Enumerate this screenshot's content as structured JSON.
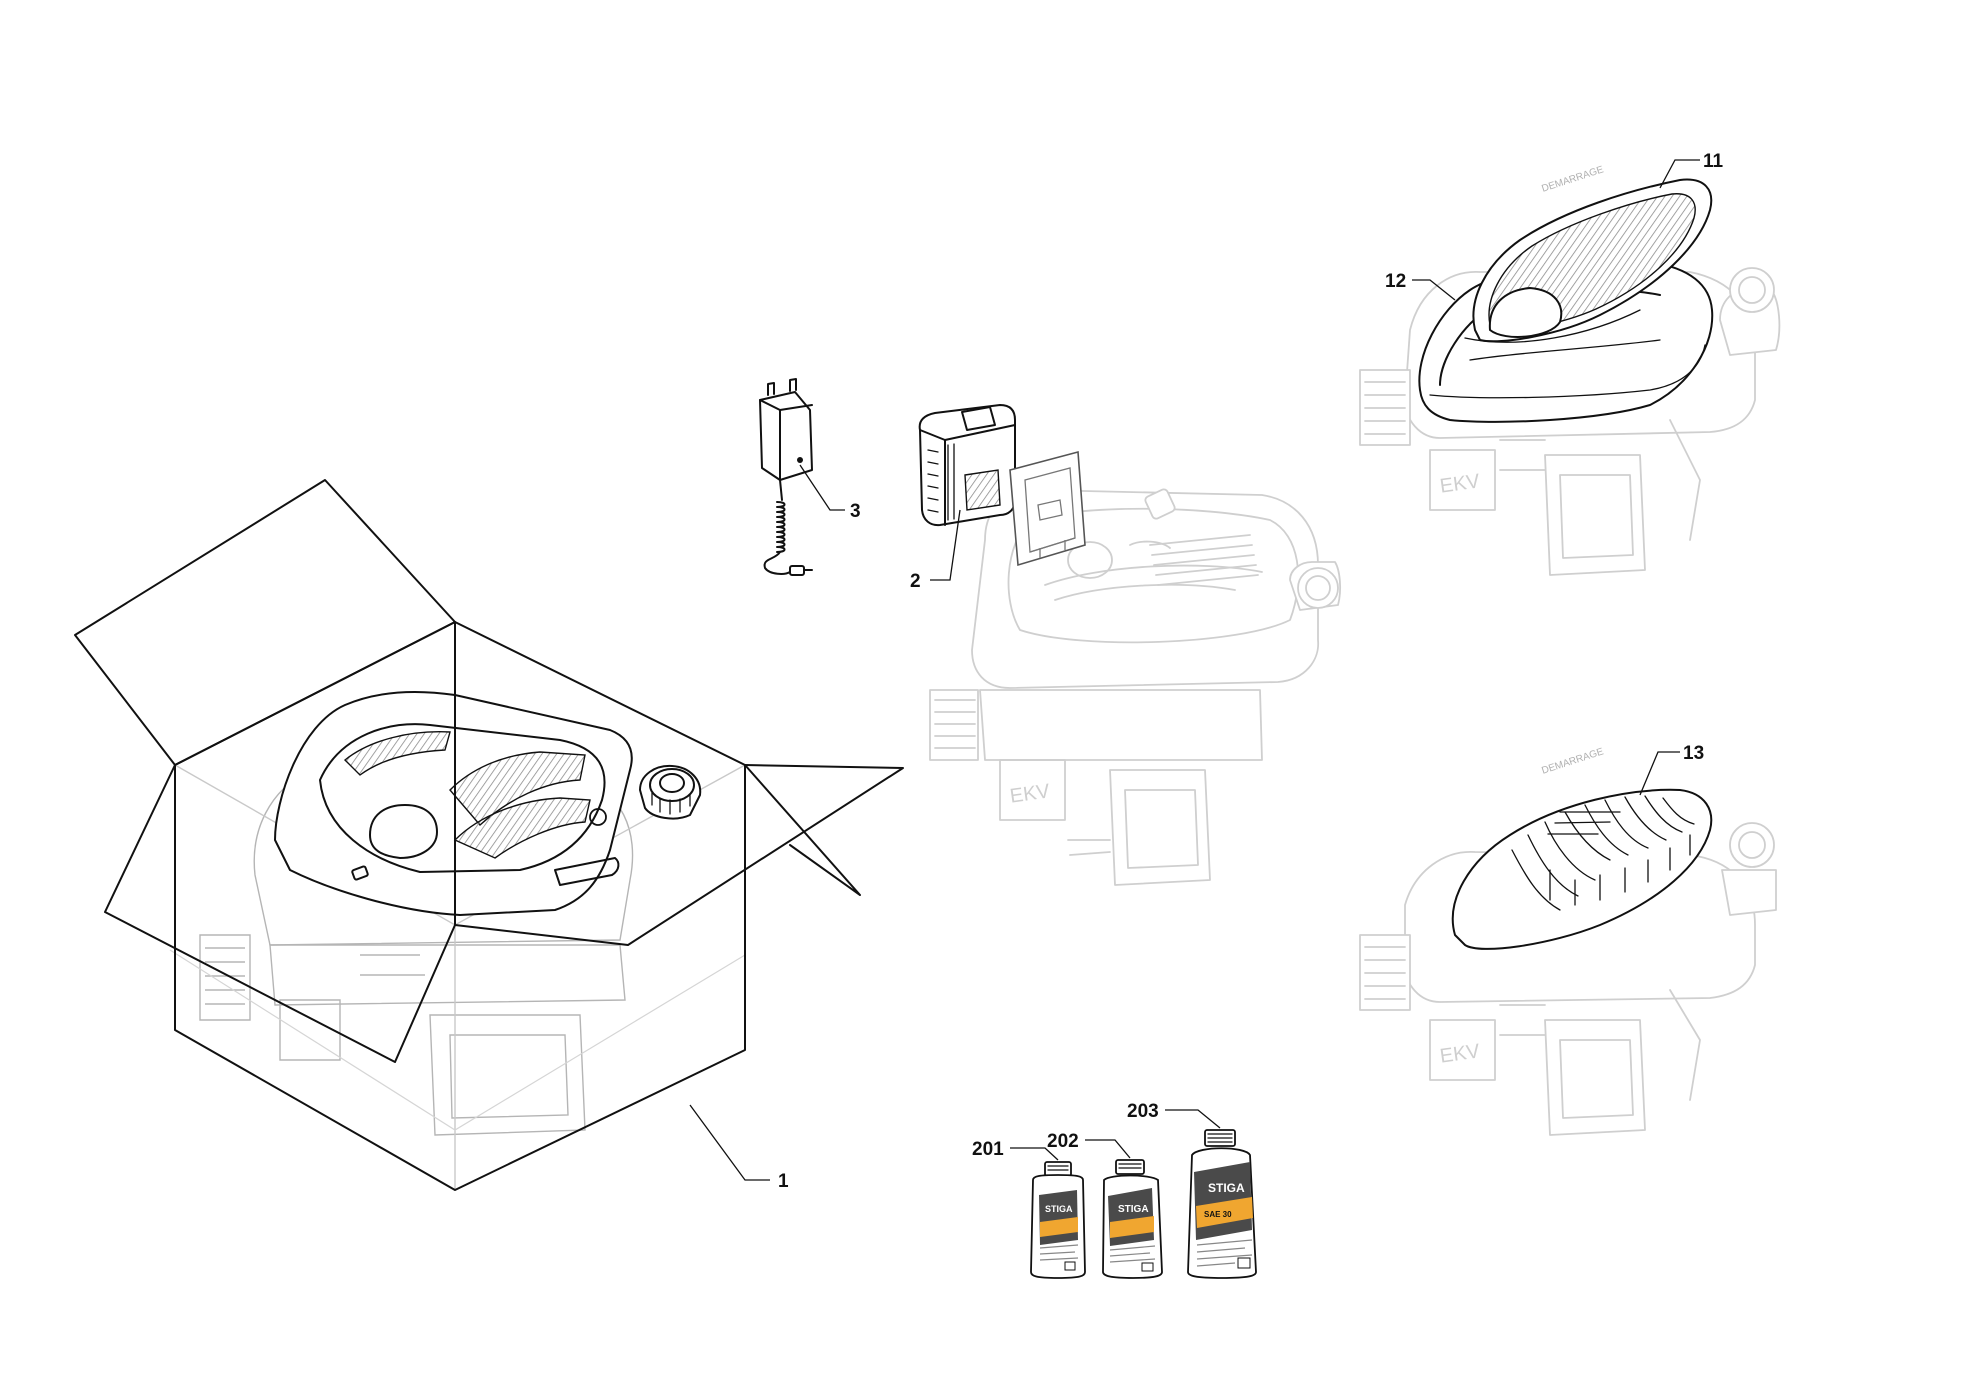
{
  "callouts": {
    "c1": "1",
    "c2": "2",
    "c3": "3",
    "c11": "11",
    "c12": "12",
    "c13": "13",
    "c201": "201",
    "c202": "202",
    "c203": "203"
  },
  "bottle_labels": {
    "engine_plate": "EKV",
    "brand": "STIGA",
    "oil_grade": "SAE 30",
    "start_decal": "DEMARRAGE"
  },
  "colors": {
    "ink": "#111111",
    "ghost": "#cfcfcf",
    "bottle_band": "#f0a630",
    "bottle_dark": "#4a4a4a"
  }
}
